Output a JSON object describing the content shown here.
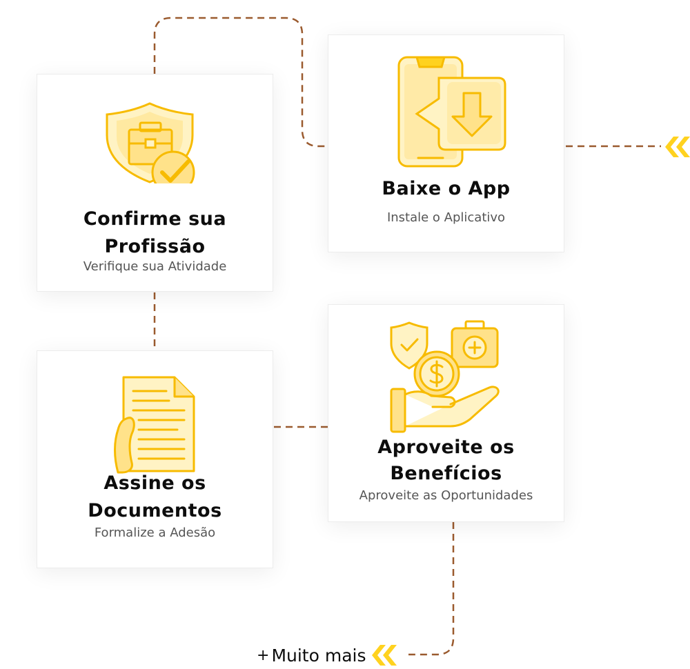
{
  "steps": [
    {
      "title_line1": "Confirme sua",
      "title_line2": "Profissão",
      "subtitle": "Verifique sua Atividade",
      "icon": "shield-briefcase-check-icon"
    },
    {
      "title_line1": "Baixe o App",
      "subtitle": "Instale o Aplicativo",
      "icon": "phone-download-icon"
    },
    {
      "title_line1": "Assine os",
      "title_line2": "Documentos",
      "subtitle": "Formalize a Adesão",
      "icon": "hand-document-icon"
    },
    {
      "title_line1": "Aproveite os",
      "title_line2": "Benefícios",
      "subtitle": "Aproveite as Oportunidades",
      "icon": "hand-coin-benefits-icon"
    }
  ],
  "more": {
    "plus": "+",
    "label": "Muito mais"
  },
  "colors": {
    "icon_fill": "#ffe28a",
    "icon_light": "#fff3c4",
    "icon_stroke": "#f7bb00",
    "chevron": "#ffd21f",
    "connector": "#9a5a2e"
  }
}
